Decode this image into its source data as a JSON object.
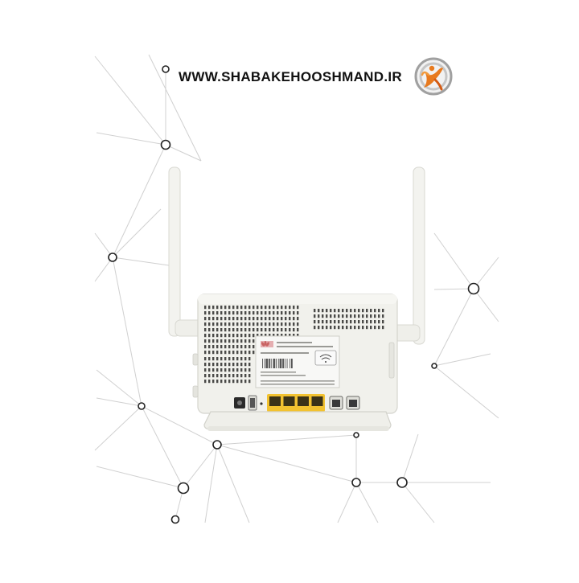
{
  "header": {
    "url_text": "WWW.SHABAKEHOOSHMAND.IR"
  },
  "icons": {
    "brand_logo": "person-in-circle-logo",
    "wifi_badge": "wifi-icon",
    "brand_mark": "flower-brand-icon"
  },
  "colors": {
    "background": "#ffffff",
    "network_lines": "#cfcfcf",
    "device_body": "#f1f1ec",
    "lan_ports": "#f2c230",
    "logo_accent": "#e87a1e",
    "logo_ring": "#9a9a9a"
  },
  "device": {
    "ports": [
      "power-jack",
      "usb-port",
      "lan-1",
      "lan-2",
      "lan-3",
      "lan-4",
      "phone-1",
      "phone-2"
    ]
  }
}
